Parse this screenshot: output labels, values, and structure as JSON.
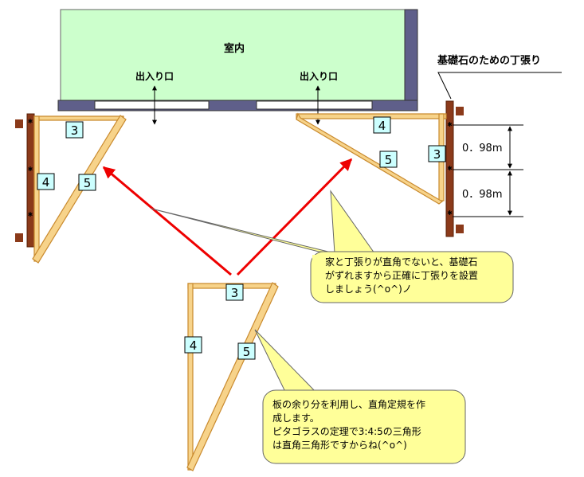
{
  "room": {
    "label": "室内",
    "color": "#ccffcc"
  },
  "doors": [
    {
      "label": "出入り口"
    },
    {
      "label": "出入り口"
    }
  ],
  "stakes_title": "基礎石のための丁張り",
  "dimensions": [
    {
      "label": "0．98m"
    },
    {
      "label": "0．98m"
    }
  ],
  "triangles": {
    "left": {
      "three": "3",
      "four": "4",
      "five": "5"
    },
    "right": {
      "three": "3",
      "four": "4",
      "five": "5"
    },
    "bottom": {
      "three": "3",
      "four": "4",
      "five": "5"
    }
  },
  "callouts": {
    "top": {
      "lines": [
        "家と丁張りが直角でないと、基礎石",
        "がずれますから正確に丁張りを設置",
        "しましょう(^o^)ノ"
      ]
    },
    "bottom": {
      "lines": [
        "板の余り分を利用し、直角定規を作",
        "成します。",
        "ピタゴラスの定理で3:4:5の三角形",
        "は直角三角形ですからね(^o^)"
      ]
    }
  },
  "colors": {
    "wood": "#f7d38a",
    "wood_edge": "#c98a2e",
    "stake": "#8b3a1a",
    "wall": "#5f5f8a",
    "arrow_red": "#ee0000",
    "callout": "#ffff99",
    "label_box": "#ccffff"
  }
}
